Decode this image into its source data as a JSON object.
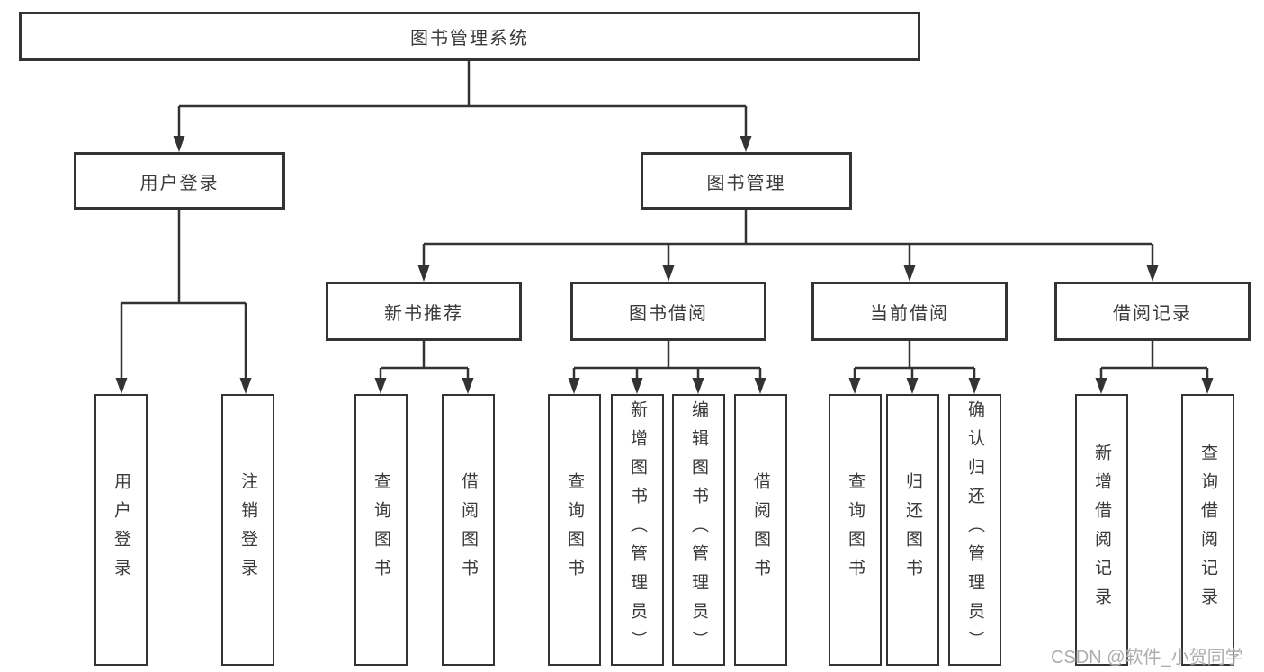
{
  "tree": {
    "root": {
      "label": "图书管理系统"
    },
    "children": [
      {
        "label": "用户登录",
        "children": [
          {
            "label": "用户登录"
          },
          {
            "label": "注销登录"
          }
        ]
      },
      {
        "label": "图书管理",
        "children": [
          {
            "label": "新书推荐",
            "children": [
              {
                "label": "查询图书"
              },
              {
                "label": "借阅图书"
              }
            ]
          },
          {
            "label": "图书借阅",
            "children": [
              {
                "label": "查询图书"
              },
              {
                "label": "新增图书（管理员）"
              },
              {
                "label": "编辑图书（管理员）"
              },
              {
                "label": "借阅图书"
              }
            ]
          },
          {
            "label": "当前借阅",
            "children": [
              {
                "label": "查询图书"
              },
              {
                "label": "归还图书"
              },
              {
                "label": "确认归还（管理员）"
              }
            ]
          },
          {
            "label": "借阅记录",
            "children": [
              {
                "label": "新增借阅记录"
              },
              {
                "label": "查询借阅记录"
              }
            ]
          }
        ]
      }
    ]
  },
  "watermark": {
    "text": "CSDN @软件_小贺同学"
  },
  "colors": {
    "line": "#333333",
    "box_border": "#333333",
    "text": "#3a3a3a",
    "watermark": "#a9a9a9",
    "background": "#ffffff"
  }
}
